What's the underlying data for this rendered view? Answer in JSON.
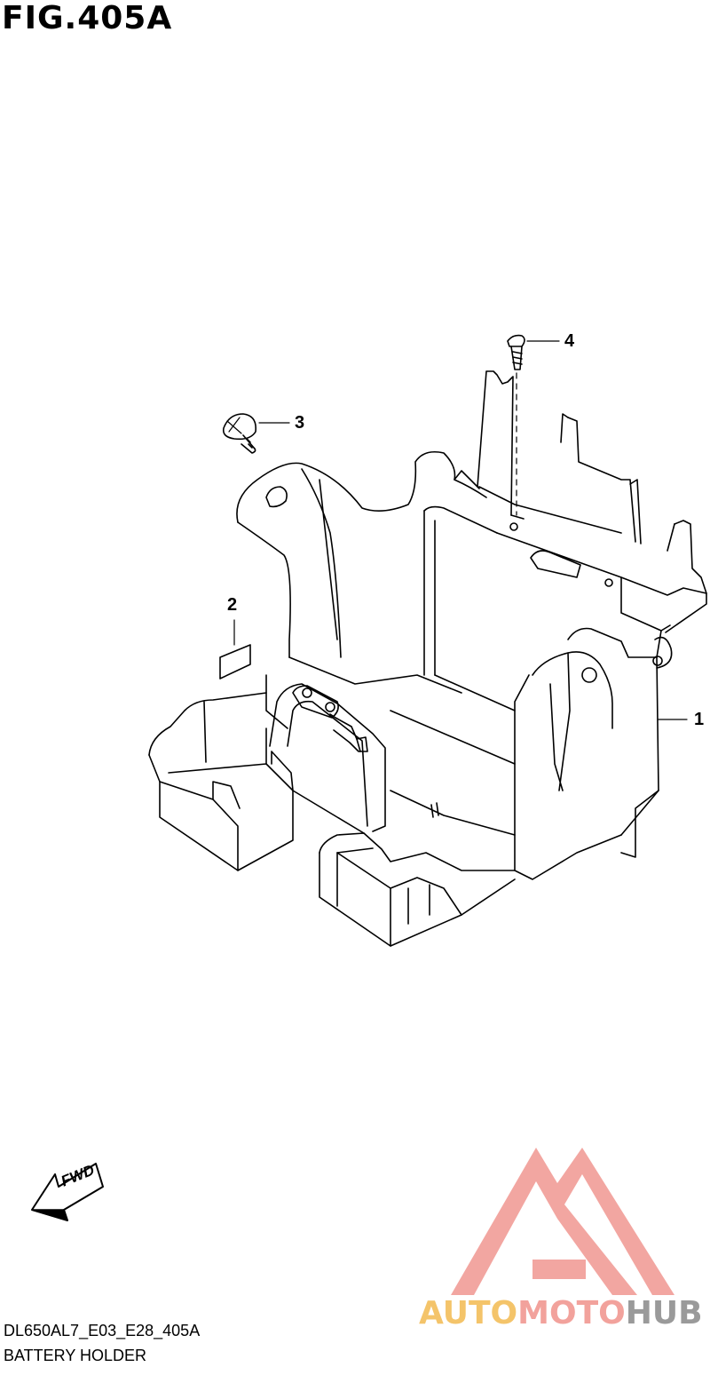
{
  "figure": {
    "title": "FIG.405A"
  },
  "callouts": [
    {
      "id": "1",
      "label": "1"
    },
    {
      "id": "2",
      "label": "2"
    },
    {
      "id": "3",
      "label": "3"
    },
    {
      "id": "4",
      "label": "4"
    }
  ],
  "fwd_badge": {
    "label": "FWD",
    "icon": "fwd-arrow-icon"
  },
  "footer": {
    "code": "DL650AL7_E03_E28_405A",
    "name": "BATTERY HOLDER"
  },
  "watermark": {
    "part1": "AUTO",
    "part2": "MOTO",
    "part3": "HUB",
    "colors": {
      "auto": "#f4c46a",
      "moto": "#f2a29c",
      "hub": "#9a9a9a",
      "logo": "#f2a29c"
    }
  }
}
